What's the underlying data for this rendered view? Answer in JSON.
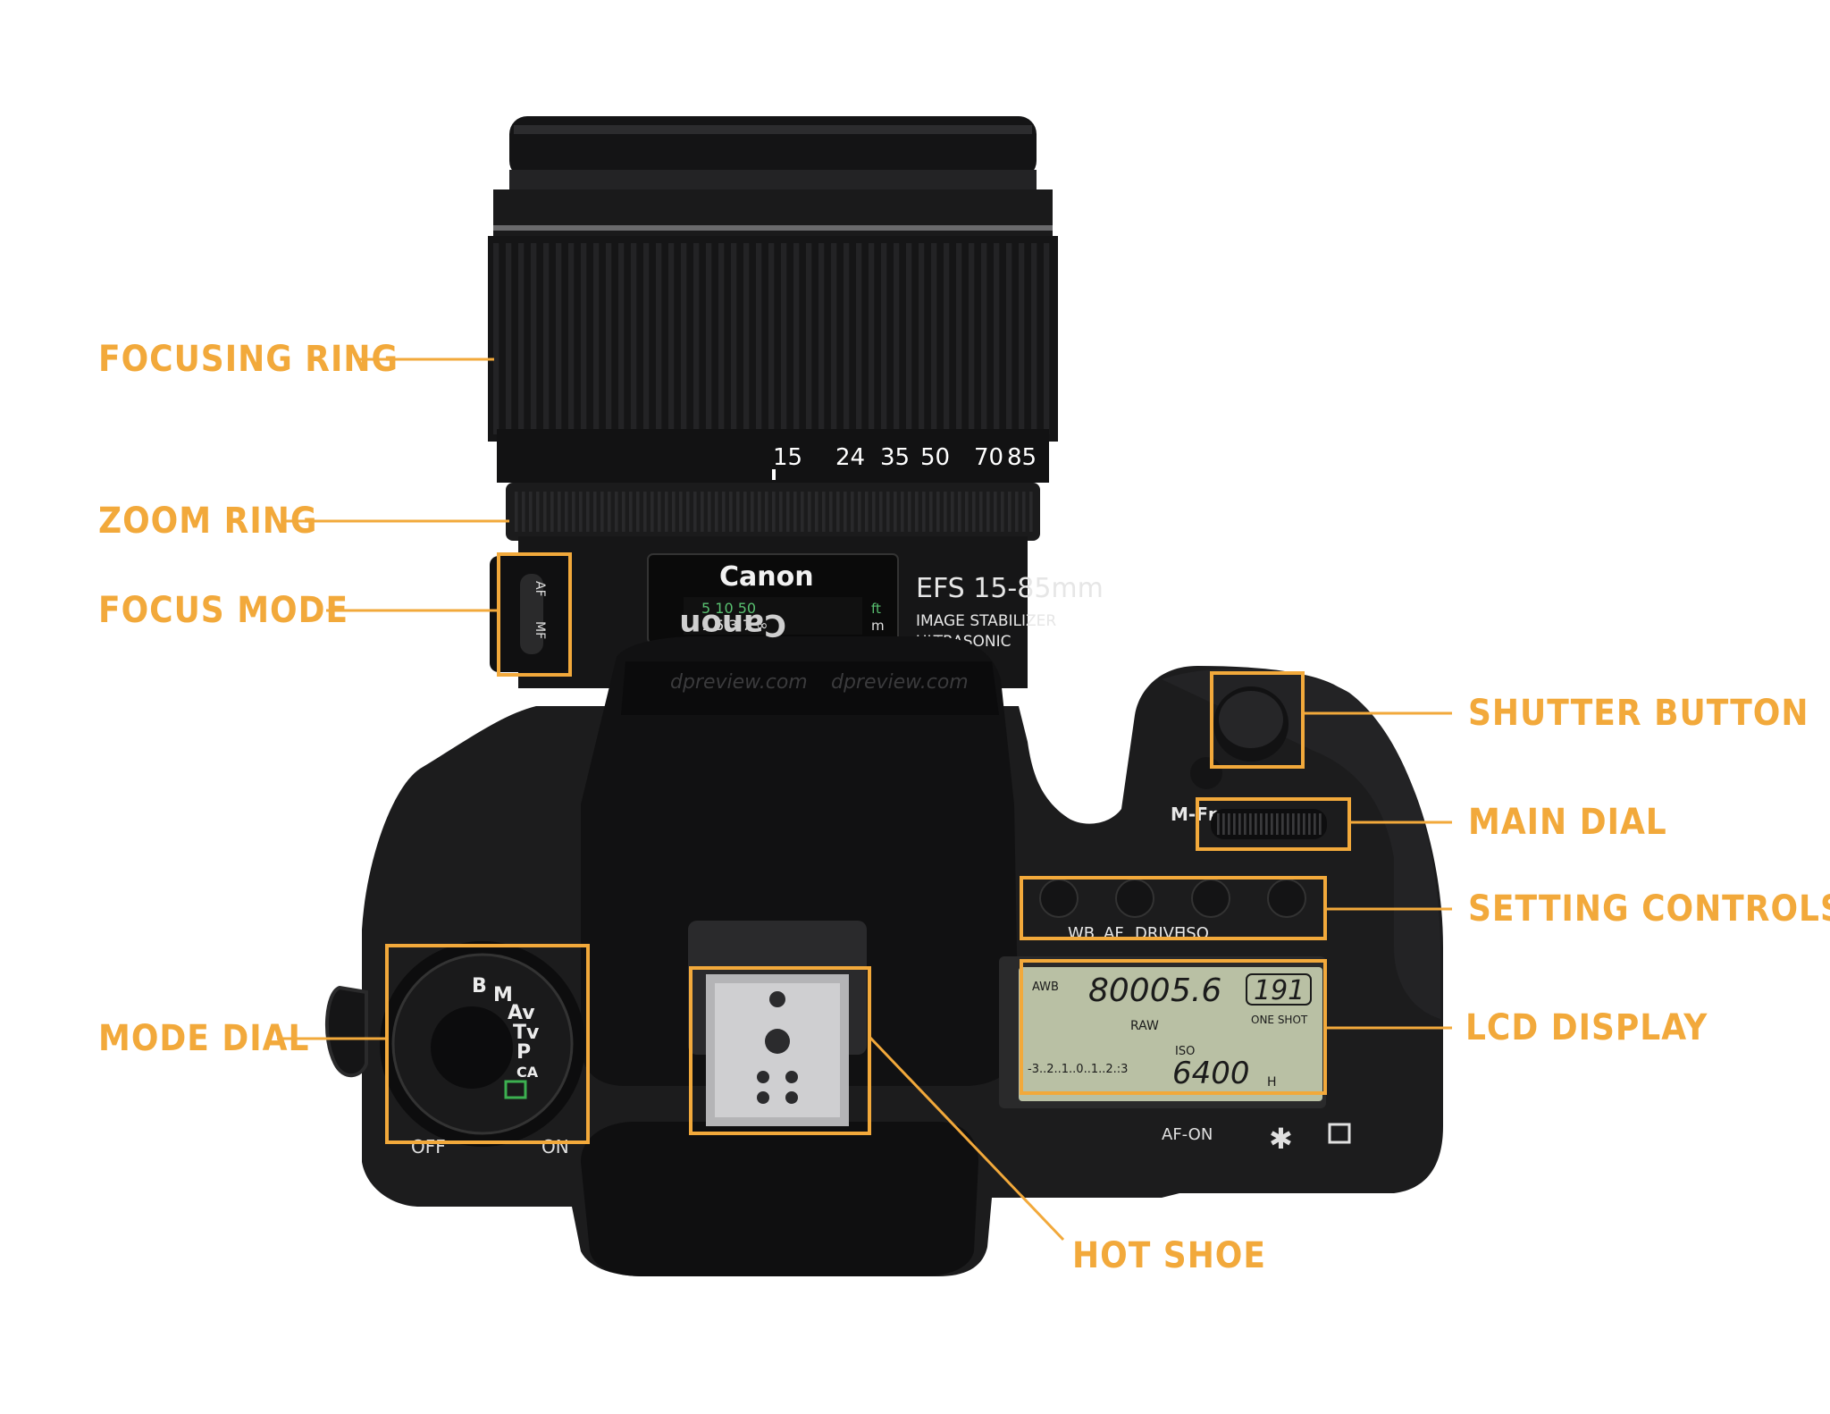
{
  "colors": {
    "accent": "#F2A93B",
    "camera_body": "#1c1c1d",
    "camera_dark": "#0e0e0f",
    "camera_mid": "#2b2b2d",
    "lcd": "#b9c0a4",
    "background": "#ffffff"
  },
  "callouts": {
    "focusing_ring": "FOCUSING RING",
    "zoom_ring": "ZOOM RING",
    "focus_mode": "FOCUS MODE",
    "mode_dial": "MODE DIAL",
    "hot_shoe": "HOT SHOE",
    "shutter_button": "SHUTTER BUTTON",
    "main_dial": "MAIN DIAL",
    "setting_controls": "SETTING CONTROLS",
    "lcd_display": "LCD DISPLAY"
  },
  "lens": {
    "focal_marks": [
      "15",
      "24",
      "35",
      "50",
      "70",
      "85"
    ],
    "brand": "Canon",
    "model": "EFS 15-85mm",
    "line1": "IMAGE STABILIZER",
    "line2": "ULTRASONIC",
    "distance_scale": "5  10  50",
    "distance_scale_2": "1.5 3 7 ∞",
    "unit_ft": "ft",
    "unit_m": "m",
    "switch_af": "AF",
    "switch_mf": "MF"
  },
  "camera": {
    "prism_brand": "Canon",
    "watermark": "dpreview.com",
    "mode_dial_letters": [
      "B",
      "M",
      "Av",
      "Tv",
      "P",
      "CA"
    ],
    "power_off": "OFF",
    "power_on": "ON",
    "mfn": "M-Fn",
    "af_on": "AF-ON",
    "button_labels": [
      "WB",
      "AF",
      "DRIVE",
      "ISO"
    ],
    "lcd": {
      "awb": "AWB",
      "shutter": "8000",
      "aperture": "5.6",
      "shots": "191",
      "raw": "RAW",
      "one_shot": "ONE SHOT",
      "iso_label": "ISO",
      "iso": "6400",
      "scale": "-3..2..1..0..1..2.:3",
      "h": "H"
    }
  }
}
